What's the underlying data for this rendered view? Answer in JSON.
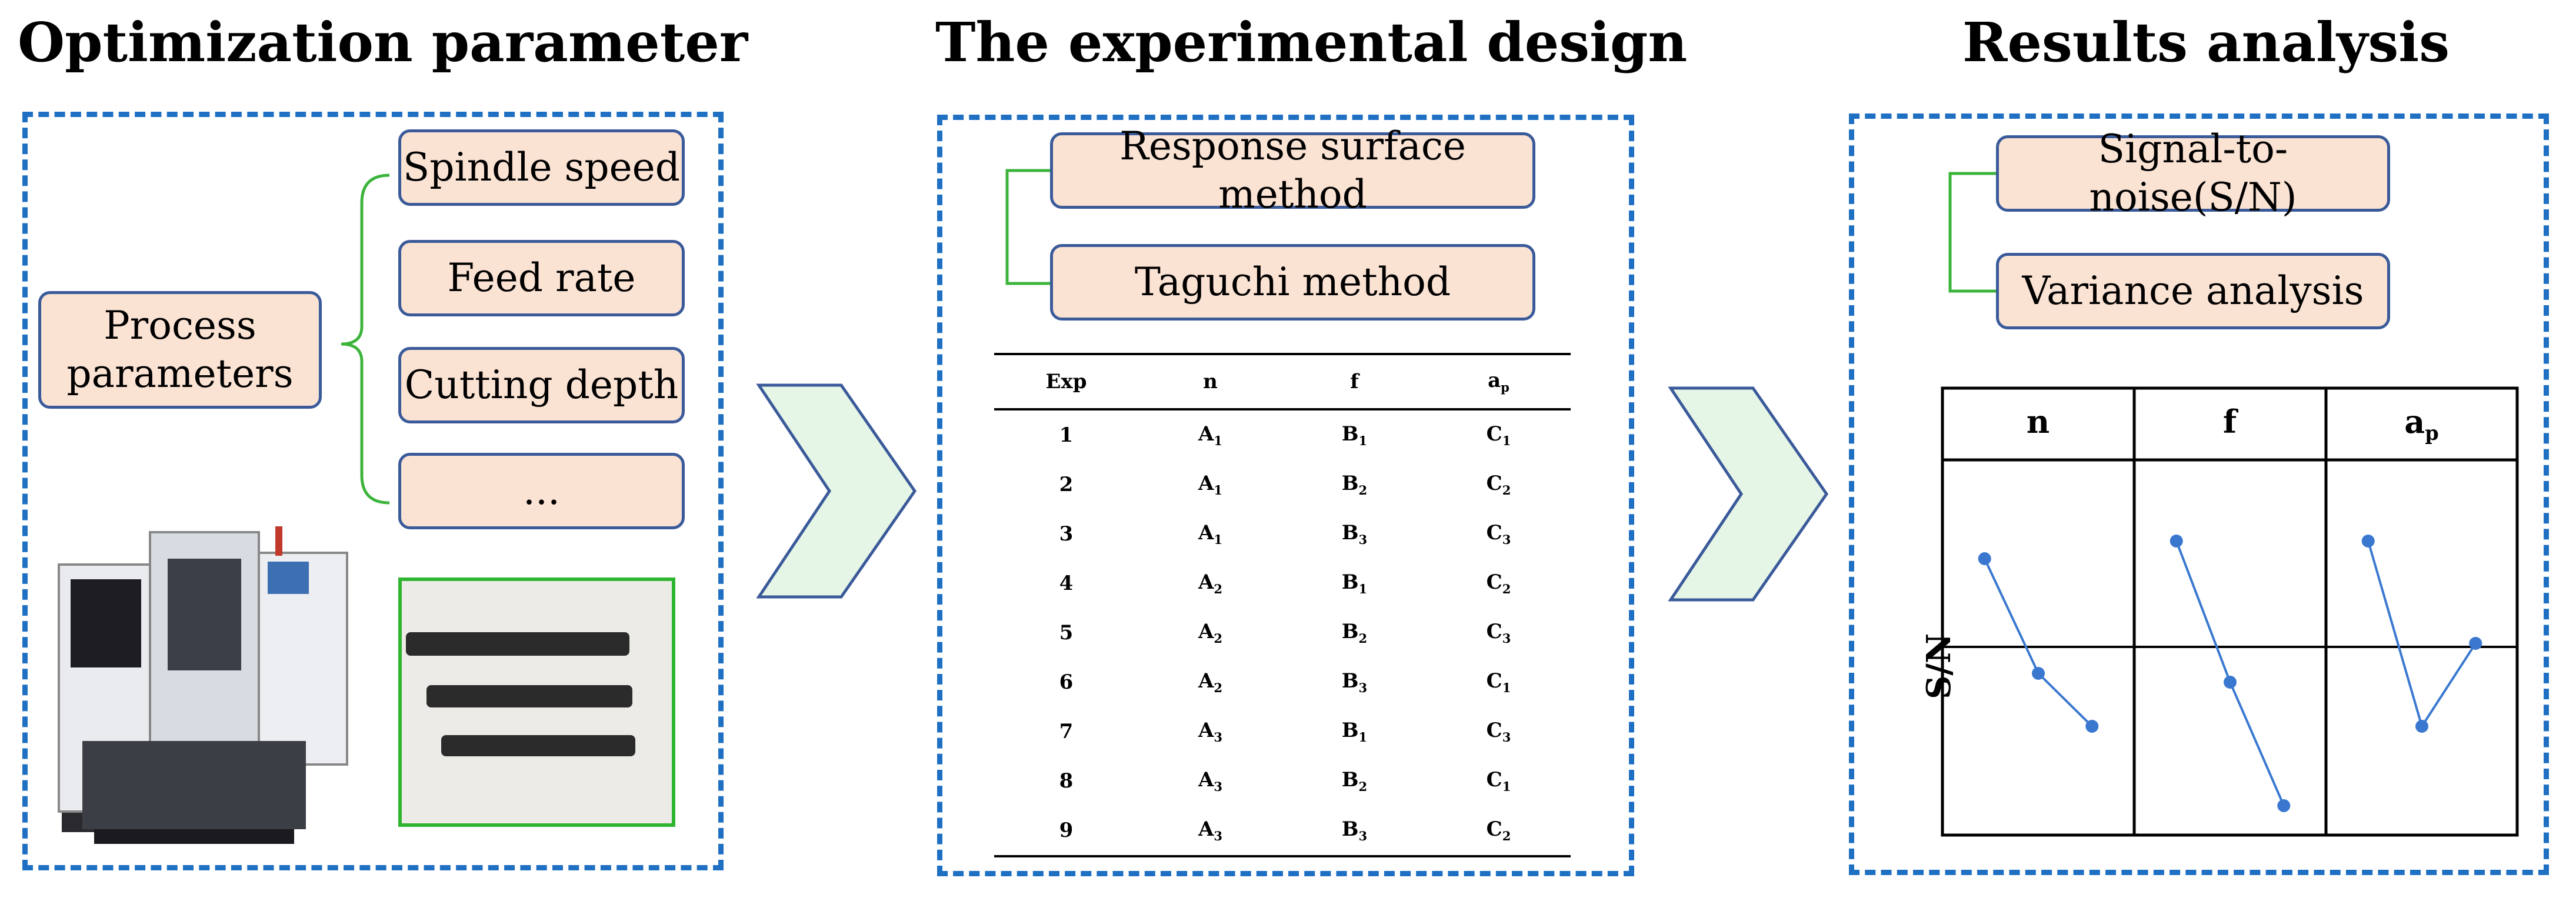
{
  "titles": {
    "left": "Optimization parameter",
    "middle": "The experimental design",
    "right": "Results analysis"
  },
  "left": {
    "process": "Process parameters",
    "params": [
      "Spindle speed",
      "Feed rate",
      "Cutting depth",
      "..."
    ]
  },
  "middle": {
    "methods": [
      "Response surface method",
      "Taguchi method"
    ],
    "table": {
      "headers": [
        {
          "base": "Exp",
          "sub": ""
        },
        {
          "base": "n",
          "sub": ""
        },
        {
          "base": "f",
          "sub": ""
        },
        {
          "base": "a",
          "sub": "p"
        }
      ],
      "rows": [
        [
          [
            "1",
            ""
          ],
          [
            "A",
            "1"
          ],
          [
            "B",
            "1"
          ],
          [
            "C",
            "1"
          ]
        ],
        [
          [
            "2",
            ""
          ],
          [
            "A",
            "1"
          ],
          [
            "B",
            "2"
          ],
          [
            "C",
            "2"
          ]
        ],
        [
          [
            "3",
            ""
          ],
          [
            "A",
            "1"
          ],
          [
            "B",
            "3"
          ],
          [
            "C",
            "3"
          ]
        ],
        [
          [
            "4",
            ""
          ],
          [
            "A",
            "2"
          ],
          [
            "B",
            "1"
          ],
          [
            "C",
            "2"
          ]
        ],
        [
          [
            "5",
            ""
          ],
          [
            "A",
            "2"
          ],
          [
            "B",
            "2"
          ],
          [
            "C",
            "3"
          ]
        ],
        [
          [
            "6",
            ""
          ],
          [
            "A",
            "2"
          ],
          [
            "B",
            "3"
          ],
          [
            "C",
            "1"
          ]
        ],
        [
          [
            "7",
            ""
          ],
          [
            "A",
            "3"
          ],
          [
            "B",
            "1"
          ],
          [
            "C",
            "3"
          ]
        ],
        [
          [
            "8",
            ""
          ],
          [
            "A",
            "3"
          ],
          [
            "B",
            "2"
          ],
          [
            "C",
            "1"
          ]
        ],
        [
          [
            "9",
            ""
          ],
          [
            "A",
            "3"
          ],
          [
            "B",
            "3"
          ],
          [
            "C",
            "2"
          ]
        ]
      ]
    }
  },
  "right": {
    "methods": [
      "Signal-to-noise(S/N)",
      "Variance analysis"
    ],
    "grid_headers": [
      {
        "base": "n",
        "sub": ""
      },
      {
        "base": "f",
        "sub": ""
      },
      {
        "base": "a",
        "sub": "p"
      }
    ],
    "y_label": "S/N"
  },
  "colors": {
    "panel_border": "#1f6fc2",
    "pill_fill": "#fbe3d4",
    "pill_border": "#3a5a9a",
    "bracket": "#3cb43c",
    "arrow_fill": "#e6f6e6",
    "arrow_stroke": "#3a5a9a",
    "plot_line": "#3a78d0"
  },
  "chart_data": {
    "type": "line",
    "series": [
      {
        "values": [
          0.5,
          -0.15,
          -0.45
        ]
      },
      {
        "values": [
          0.6,
          -0.2,
          -0.9
        ]
      },
      {
        "values": [
          0.6,
          -0.45,
          0.02
        ]
      }
    ]
  }
}
